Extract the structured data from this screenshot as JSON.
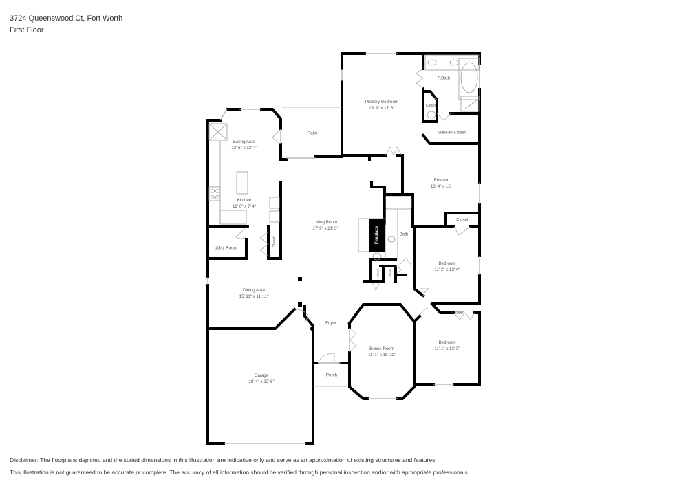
{
  "header": {
    "address": "3724 Queenswood Ct, Fort Worth",
    "floor": "First Floor"
  },
  "rooms": {
    "primary_bedroom": {
      "name": "Primary Bedroom",
      "dim": "13' 9\" x 17' 6\""
    },
    "pbath": {
      "name": "P.Bath"
    },
    "pbath_closet": {
      "name": "Closet"
    },
    "walkin_closet": {
      "name": "Walk-In Closet"
    },
    "patio": {
      "name": "Patio"
    },
    "eating_area": {
      "name": "Eating Area",
      "dim": "12' 6\" x 12' 4\""
    },
    "kitchen": {
      "name": "Kitchen",
      "dim": "12' 6\" x 7' 4\""
    },
    "utility_room": {
      "name": "Utility Room"
    },
    "closet_hall": {
      "name": "Closet"
    },
    "living_room": {
      "name": "Living Room",
      "dim": "17' 9\" x 21' 3\""
    },
    "fireplace": {
      "name": "Fireplace"
    },
    "bath": {
      "name": "Bath"
    },
    "closet_small_1": {
      "name": "Closet"
    },
    "closet_small_2": {
      "name": "Closet"
    },
    "ensuite": {
      "name": "Ensuite",
      "dim": "13' 4\" x 15'"
    },
    "ensuite_closet": {
      "name": "Closet"
    },
    "bedroom_1": {
      "name": "Bedroom",
      "dim": "11' 2\" x 13' 4\""
    },
    "bedroom_closet": {
      "name": "Closet"
    },
    "bedroom_2": {
      "name": "Bedroom",
      "dim": "11' 1\" x 13' 3\""
    },
    "dining_area": {
      "name": "Dining Area",
      "dim": "15' 11\" x 11' 11\""
    },
    "foyer": {
      "name": "Foyer"
    },
    "garage": {
      "name": "Garage",
      "dim": "18' 4\" x 22' 6\""
    },
    "porch": {
      "name": "Porch"
    },
    "bonus_room": {
      "name": "Bonus Room",
      "dim": "11' 1\" x 15' 11\""
    }
  },
  "disclaimer": {
    "line1": "Disclaimer: The floorplans depicted and the stated dimensions in this illustration are indicative only and serve as an approximation of existing structures and features.",
    "line2": "This illustration is not guaranteed to be accurate or complete. The accuracy of all information should be verified through personal inspection and/or with appropriate professionals."
  },
  "colors": {
    "wall": "#000000",
    "fixture": "#aaaaaa",
    "text": "#333333"
  }
}
